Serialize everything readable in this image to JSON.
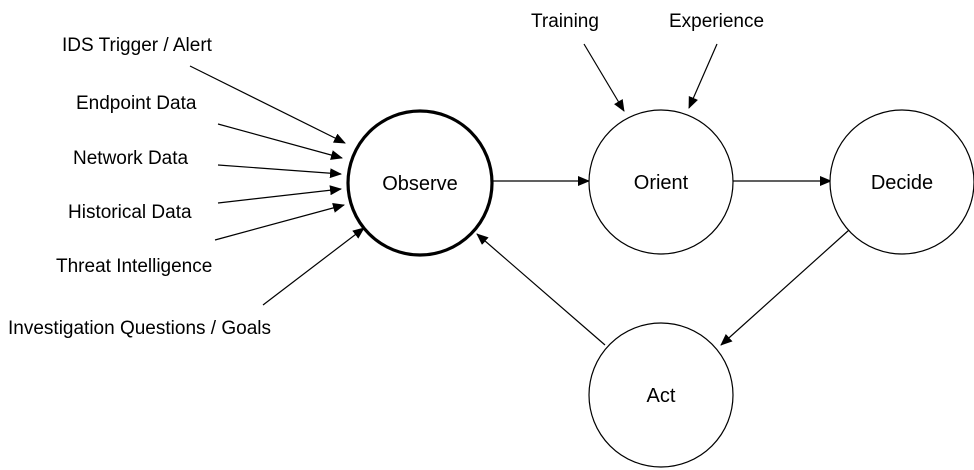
{
  "nodes": {
    "observe": "Observe",
    "orient": "Orient",
    "decide": "Decide",
    "act": "Act"
  },
  "observe_inputs": [
    "IDS Trigger / Alert",
    "Endpoint Data",
    "Network Data",
    "Historical Data",
    "Threat Intelligence",
    "Investigation Questions / Goals"
  ],
  "orient_inputs": [
    "Training",
    "Experience"
  ],
  "colors": {
    "stroke": "#000000",
    "background": "#ffffff"
  }
}
